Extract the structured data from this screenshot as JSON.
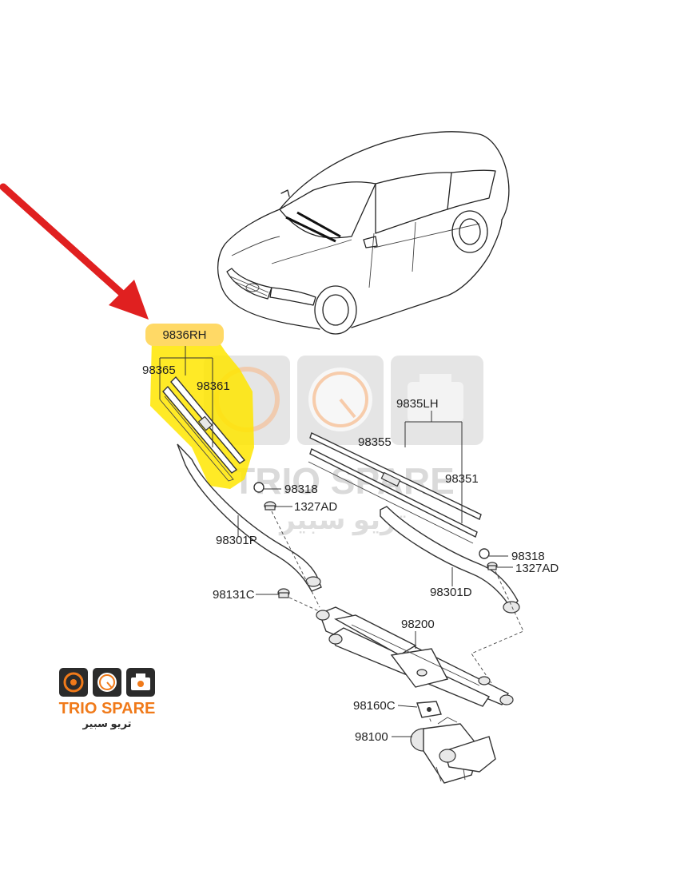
{
  "labels": {
    "assembly_rh": "9836RH",
    "blade_rh_1": "98365",
    "blade_rh_2": "98361",
    "assembly_lh": "9835LH",
    "blade_lh_1": "98355",
    "blade_lh_2": "98351",
    "cap_1": "98318",
    "nut_1": "1327AD",
    "arm_passenger": "98301P",
    "cap_2": "98318",
    "nut_2": "1327AD",
    "arm_driver": "98301D",
    "pivot_cap": "98131C",
    "linkage": "98200",
    "bracket": "98160C",
    "motor": "98100"
  },
  "watermark": {
    "brand": "TRIO SPARE",
    "brand_arabic": "تريو سبير"
  },
  "logo": {
    "brand": "TRIO SPARE",
    "brand_arabic": "تريو سبير"
  },
  "colors": {
    "arrow": "#e02020",
    "highlight": "#ffe600",
    "label_highlight": "#ffd966",
    "brand_orange": "#f07a1a",
    "logo_dark": "#2b2b2b"
  }
}
